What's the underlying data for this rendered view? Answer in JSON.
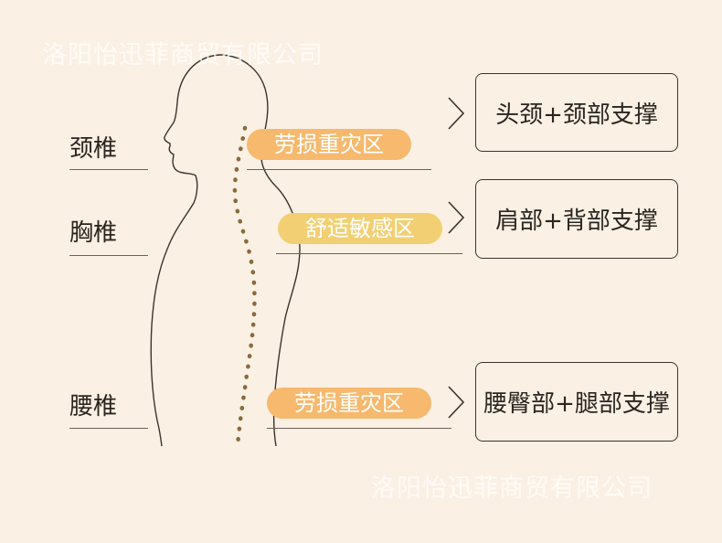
{
  "watermark_text": "洛阳怡迅菲商贸有限公司",
  "regions": [
    {
      "label": "颈椎"
    },
    {
      "label": "胸椎"
    },
    {
      "label": "腰椎"
    }
  ],
  "zones": [
    {
      "label": "劳损重灾区",
      "kind": "strain"
    },
    {
      "label": "舒适敏感区",
      "kind": "sensitive"
    },
    {
      "label": "劳损重灾区",
      "kind": "strain"
    }
  ],
  "supports": [
    {
      "label": "头颈+颈部支撑"
    },
    {
      "label": "肩部+背部支撑"
    },
    {
      "label": "腰臀部+腿部支撑"
    }
  ],
  "colors": {
    "background": "#fbf0e4",
    "strain_zone": "#f6b96e",
    "sensitive_zone": "#f2cf72",
    "spine_dots": "#8a6a3c",
    "outline": "#3a332d"
  }
}
